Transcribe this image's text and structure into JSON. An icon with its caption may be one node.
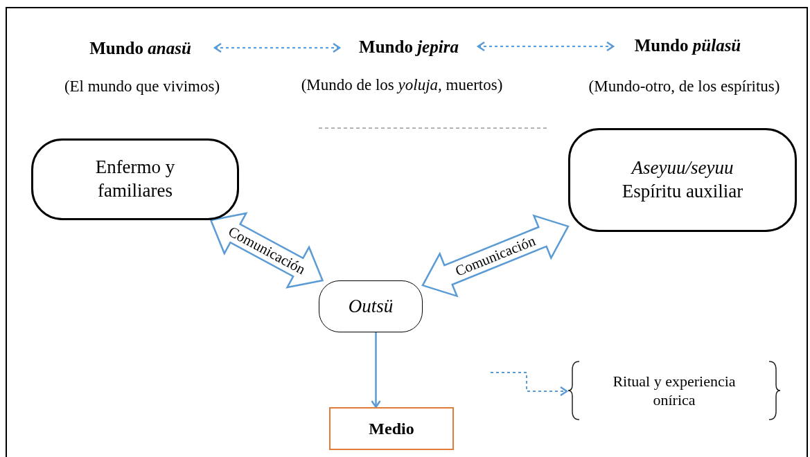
{
  "diagram": {
    "nodes": [
      {
        "text": [
          "Mundo *anasü*"
        ],
        "beside": [
          "(El mundo que vivimos)"
        ]
      },
      {
        "text": [
          "Mundo *jepira*"
        ],
        "beside": [
          "(Mundo de los *yoluja,* muertos)"
        ]
      },
      {
        "text": [
          "Mundo *pülasü*"
        ],
        "beside": [
          "(Mundo-otro, de los espíritus)"
        ]
      },
      {
        "text": [
          "Enfermo y familiares"
        ]
      },
      {
        "text": [
          "Aseyuu/seyuu",
          "Espíritu auxiliar"
        ]
      },
      {
        "text": [
          "Outsü"
        ]
      },
      {
        "text": [
          "Medio"
        ]
      },
      {
        "text": [
          "Ritual y experiencia onírica"
        ]
      }
    ],
    "edges": [
      {
        "from": 0,
        "to": 1,
        "arrow": "both",
        "style": "dashed"
      },
      {
        "from": 1,
        "to": 2,
        "arrow": "both",
        "style": "dashed"
      },
      {
        "from": 3,
        "to": 5,
        "arrow": "both",
        "style": "thick",
        "label": "Comunicación"
      },
      {
        "from": 4,
        "to": 5,
        "arrow": "both",
        "style": "thick",
        "label": "Comunicación"
      },
      {
        "from": 5,
        "to": 6,
        "arrow": "to"
      },
      {
        "from": null,
        "to": 7,
        "arrow": "to",
        "style": "dashed"
      }
    ]
  }
}
